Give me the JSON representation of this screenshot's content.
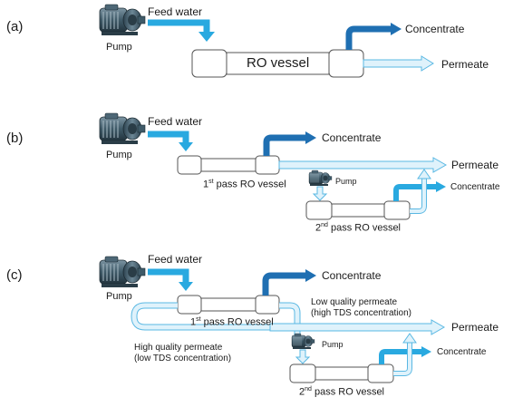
{
  "panels": {
    "a": {
      "tag": "(a)",
      "pump": "Pump",
      "feed": "Feed water",
      "vessel": "RO vessel",
      "concentrate": "Concentrate",
      "permeate": "Permeate"
    },
    "b": {
      "tag": "(b)",
      "pump": "Pump",
      "feed": "Feed water",
      "vessel1_prefix": "1",
      "vessel1_sup": "st",
      "vessel1_suffix": " pass RO vessel",
      "concentrate": "Concentrate",
      "permeate": "Permeate",
      "pump2": "Pump",
      "vessel2_prefix": "2",
      "vessel2_sup": "nd",
      "vessel2_suffix": " pass RO vessel",
      "concentrate2": "Concentrate"
    },
    "c": {
      "tag": "(c)",
      "pump": "Pump",
      "feed": "Feed water",
      "vessel1_prefix": "1",
      "vessel1_sup": "st",
      "vessel1_suffix": " pass RO vessel",
      "concentrate": "Concentrate",
      "low_quality_line1": "Low quality permeate",
      "low_quality_line2": "(high TDS concentration)",
      "high_quality_line1": "High quality permeate",
      "high_quality_line2": "(low TDS concentration)",
      "permeate": "Permeate",
      "pump2": "Pump",
      "vessel2_prefix": "2",
      "vessel2_sup": "nd",
      "vessel2_suffix": " pass RO vessel",
      "concentrate2": "Concentrate"
    }
  },
  "colors": {
    "feed_arrow": "#29a9e0",
    "concentrate_arrow": "#1f6fb2",
    "permeate_fill": "#dff2fb",
    "permeate_stroke": "#5ab8e3",
    "vessel_stroke": "#555555",
    "pump_body": "#3f5a68"
  },
  "icons": [
    "pump-icon"
  ]
}
